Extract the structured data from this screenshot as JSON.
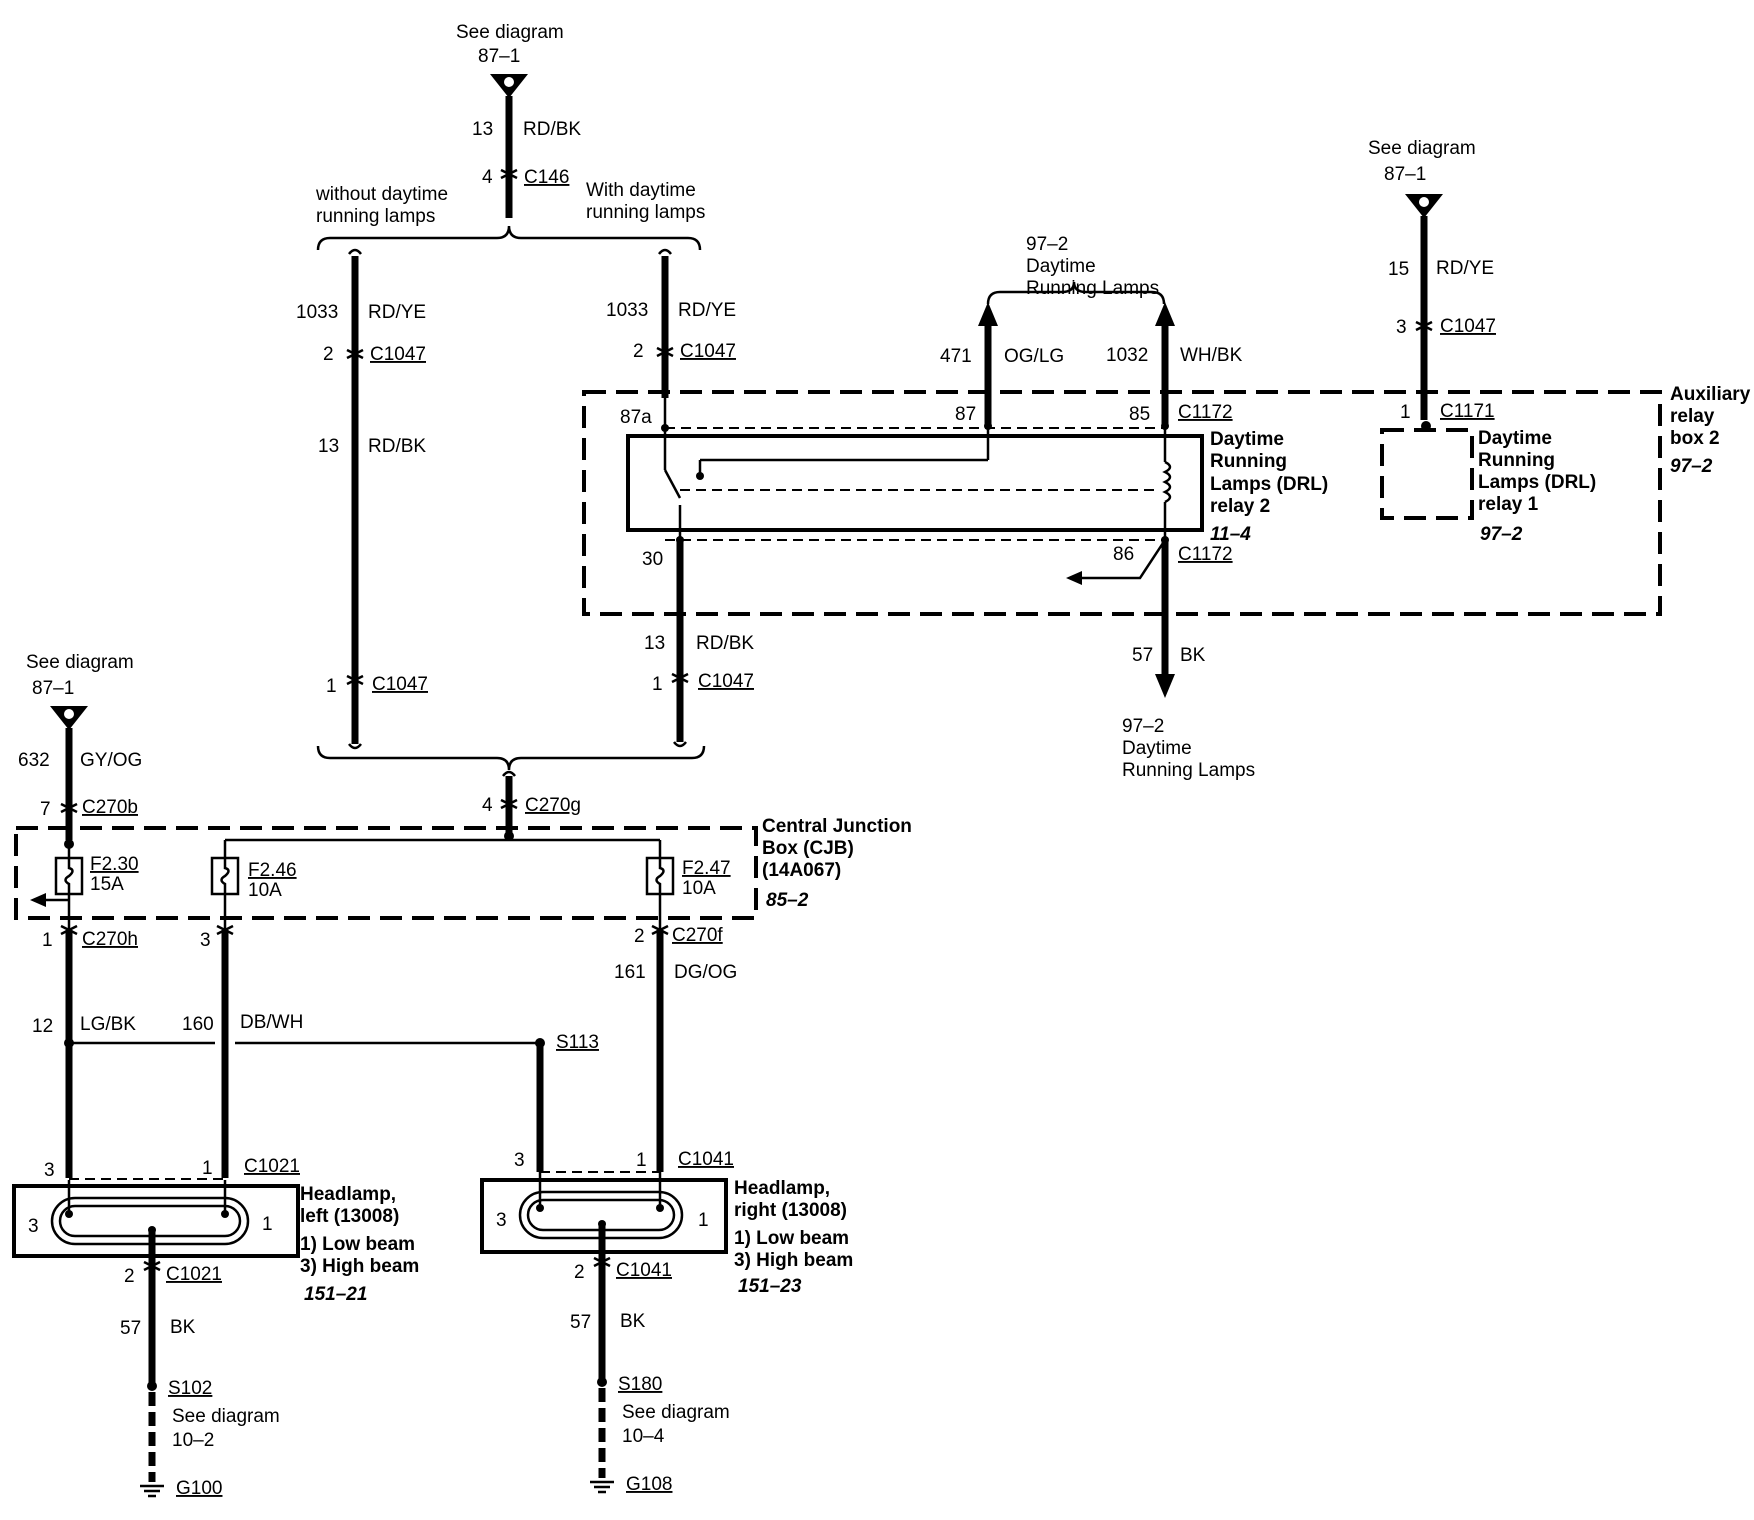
{
  "refs": {
    "top": {
      "see": "See diagram",
      "page": "87–1"
    },
    "right": {
      "see": "See diagram",
      "page": "87–1"
    },
    "left": {
      "see": "See diagram",
      "page": "87–1"
    }
  },
  "variants": {
    "without": [
      "without daytime",
      "running lamps"
    ],
    "with": [
      "With daytime",
      "running lamps"
    ]
  },
  "wires": [
    {
      "circuit": "13",
      "color": "RD/BK"
    },
    {
      "circuit": "1033",
      "color": "RD/YE"
    },
    {
      "circuit": "13",
      "color": "RD/BK"
    },
    {
      "circuit": "1033",
      "color": "RD/YE"
    },
    {
      "circuit": "13",
      "color": "RD/BK"
    },
    {
      "circuit": "471",
      "color": "OG/LG"
    },
    {
      "circuit": "1032",
      "color": "WH/BK"
    },
    {
      "circuit": "57",
      "color": "BK"
    },
    {
      "circuit": "15",
      "color": "RD/YE"
    },
    {
      "circuit": "632",
      "color": "GY/OG"
    },
    {
      "circuit": "12",
      "color": "LG/BK"
    },
    {
      "circuit": "160",
      "color": "DB/WH"
    },
    {
      "circuit": "161",
      "color": "DG/OG"
    },
    {
      "circuit": "57",
      "color": "BK"
    },
    {
      "circuit": "57",
      "color": "BK"
    }
  ],
  "connectors": {
    "c146": {
      "pin": "4",
      "name": "C146"
    },
    "c1047_l2": {
      "pin": "2",
      "name": "C1047"
    },
    "c1047_r2": {
      "pin": "2",
      "name": "C1047"
    },
    "c1047_l1": {
      "pin": "1",
      "name": "C1047"
    },
    "c1047_r1": {
      "pin": "1",
      "name": "C1047"
    },
    "c1047_aux": {
      "pin": "3",
      "name": "C1047"
    },
    "c1171": {
      "pin": "1",
      "name": "C1171"
    },
    "c1172_85": {
      "pin": "85",
      "name": "C1172"
    },
    "c1172_86": {
      "pin": "86",
      "name": "C1172"
    },
    "c270g": {
      "pin": "4",
      "name": "C270g"
    },
    "c270b": {
      "pin": "7",
      "name": "C270b"
    },
    "c270h": {
      "pin": "1",
      "name": "C270h"
    },
    "c270f": {
      "pin": "2",
      "name": "C270f"
    },
    "pin_f246": {
      "pin": "3"
    },
    "c1021_top": {
      "pin_a": "3",
      "pin_b": "1",
      "name": "C1021"
    },
    "c1021_bot": {
      "pin": "2",
      "name": "C1021"
    },
    "c1041_top": {
      "pin_a": "3",
      "pin_b": "1",
      "name": "C1041"
    },
    "c1041_bot": {
      "pin": "2",
      "name": "C1041"
    }
  },
  "relay_pins": {
    "p87a": "87a",
    "p87": "87",
    "p30": "30"
  },
  "drl_outputs": {
    "page": "97–2",
    "line1": "Daytime",
    "line2": "Running Lamps"
  },
  "drl_ground": {
    "page": "97–2",
    "line1": "Daytime",
    "line2": "Running Lamps"
  },
  "relay2": {
    "lines": [
      "Daytime",
      "Running",
      "Lamps (DRL)",
      "relay 2"
    ],
    "page": "11–4"
  },
  "relay1": {
    "lines": [
      "Daytime",
      "Running",
      "Lamps (DRL)",
      "relay 1"
    ],
    "page": "97–2"
  },
  "aux_box": {
    "lines": [
      "Auxiliary",
      "relay",
      "box 2"
    ],
    "page": "97–2"
  },
  "cjb": {
    "lines": [
      "Central Junction",
      "Box (CJB)",
      "(14A067)"
    ],
    "page": "85–2"
  },
  "fuses": [
    {
      "id": "F2.30",
      "rating": "15A"
    },
    {
      "id": "F2.46",
      "rating": "10A"
    },
    {
      "id": "F2.47",
      "rating": "10A"
    }
  ],
  "splices": {
    "s113": "S113",
    "s102": "S102",
    "s180": "S180"
  },
  "grounds": {
    "left": {
      "see": "See diagram",
      "page": "10–2",
      "name": "G100"
    },
    "right": {
      "see": "See diagram",
      "page": "10–4",
      "name": "G108"
    }
  },
  "headlamps": {
    "left": {
      "title": [
        "Headlamp,",
        "left (13008)"
      ],
      "beams": [
        "1) Low beam",
        "3) High beam"
      ],
      "page": "151–21",
      "pin_l": "3",
      "pin_r": "1"
    },
    "right": {
      "title": [
        "Headlamp,",
        "right (13008)"
      ],
      "beams": [
        "1) Low beam",
        "3) High beam"
      ],
      "page": "151–23",
      "pin_l": "3",
      "pin_r": "1"
    }
  }
}
